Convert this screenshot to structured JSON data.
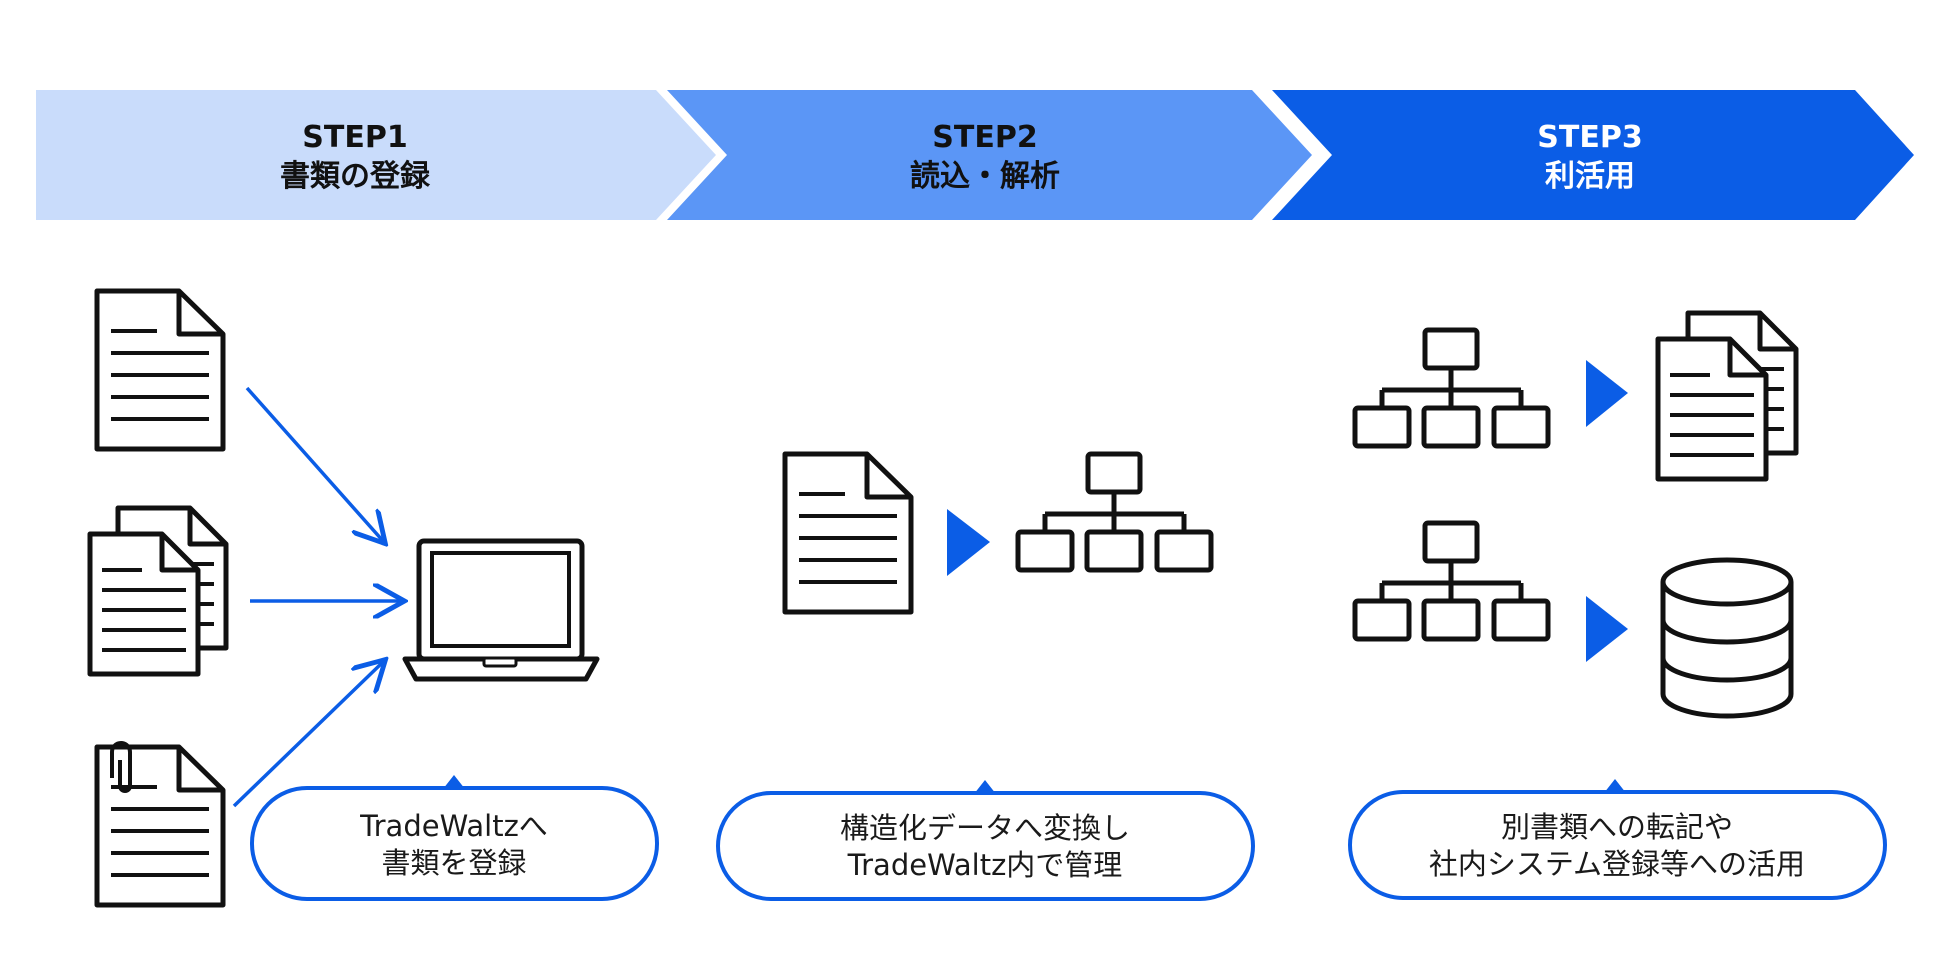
{
  "steps": [
    {
      "label": "STEP1",
      "title": "書類の登録",
      "color": "#c9dcfb",
      "text_color": "#111111"
    },
    {
      "label": "STEP2",
      "title": "読込・解析",
      "color": "#5b96f6",
      "text_color": "#111111"
    },
    {
      "label": "STEP3",
      "title": "利活用",
      "color": "#0b5de6",
      "text_color": "#ffffff"
    }
  ],
  "callouts": [
    {
      "line1": "TradeWaltzへ",
      "line2": "書類を登録"
    },
    {
      "line1": "構造化データへ変換し",
      "line2": "TradeWaltz内で管理"
    },
    {
      "line1": "別書類への転記や",
      "line2": "社内システム登録等への活用"
    }
  ],
  "colors": {
    "accent": "#0b5de6",
    "icon_stroke": "#111111"
  },
  "icons": {
    "step1_sources": [
      "document-icon",
      "multi-document-icon",
      "attached-document-icon"
    ],
    "step1_target": "laptop-icon",
    "step2": [
      "document-icon",
      "hierarchy-icon"
    ],
    "step3_row1": [
      "hierarchy-icon",
      "multi-document-icon"
    ],
    "step3_row2": [
      "hierarchy-icon",
      "database-icon"
    ]
  }
}
